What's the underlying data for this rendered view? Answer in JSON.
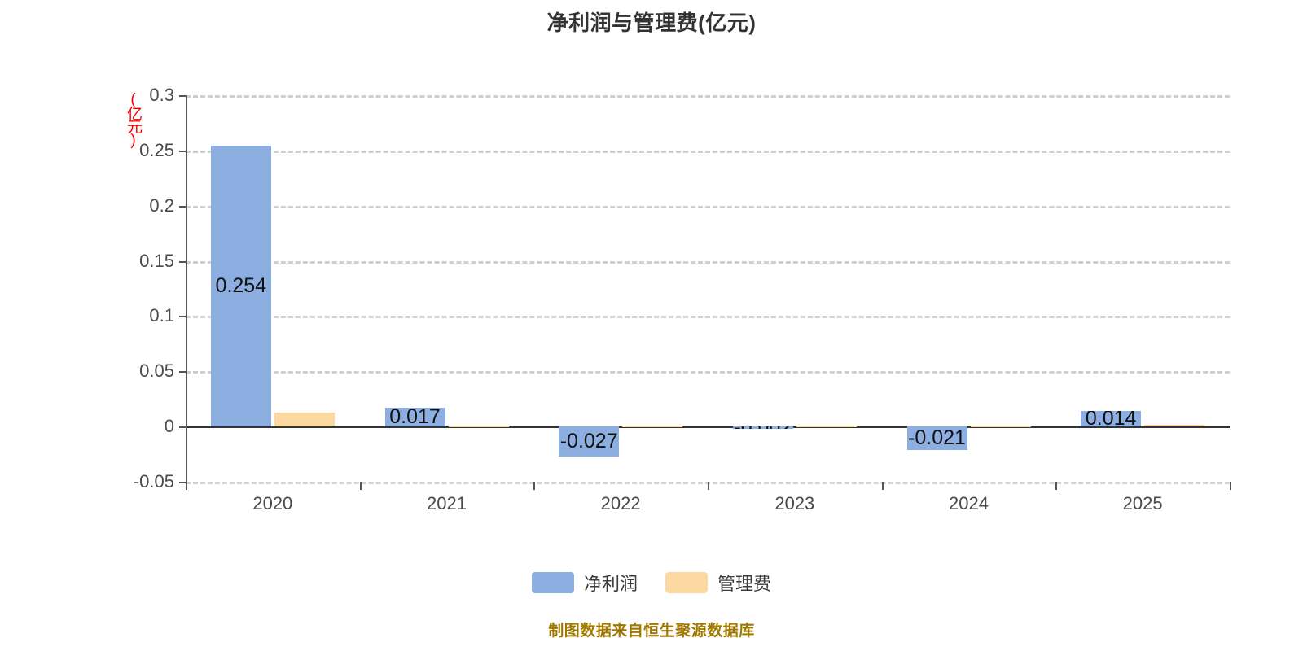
{
  "chart_data": {
    "type": "bar",
    "title": "净利润与管理费(亿元)",
    "xlabel": "",
    "ylabel": "(亿元)",
    "unit_label": "(亿元)",
    "categories": [
      "2020",
      "2021",
      "2022",
      "2023",
      "2024",
      "2025"
    ],
    "series": [
      {
        "name": "净利润",
        "color": "#8caee0",
        "values": [
          0.254,
          0.017,
          -0.027,
          -0.002,
          -0.021,
          0.014
        ],
        "labels": [
          "0.254",
          "0.017",
          "-0.027",
          "-0.002",
          "-0.021",
          "0.014"
        ]
      },
      {
        "name": "管理费",
        "color": "#fcd9a0",
        "values": [
          0.013,
          0.0005,
          0.001,
          0.001,
          0.0005,
          0.0015
        ],
        "labels": [
          "",
          "",
          "",
          "",
          "",
          ""
        ]
      }
    ],
    "ylim": [
      -0.05,
      0.3
    ],
    "yticks": [
      0.3,
      0.25,
      0.2,
      0.15,
      0.1,
      0.05,
      0,
      -0.05
    ],
    "ytick_labels": [
      "0.3",
      "0.25",
      "0.2",
      "0.15",
      "0.1",
      "0.05",
      "0",
      "-0.05"
    ],
    "grid": true,
    "grid_style": "dashed",
    "legend_position": "bottom",
    "zero_line": true
  },
  "footer": {
    "note": "制图数据来自恒生聚源数据库",
    "color": "#a07800"
  },
  "colors": {
    "netprofit": "#8caee0",
    "adminfee": "#fcd9a0",
    "axis": "#555555",
    "grid": "#d0d0d0",
    "title": "#333333",
    "unit": "#ff0000"
  }
}
